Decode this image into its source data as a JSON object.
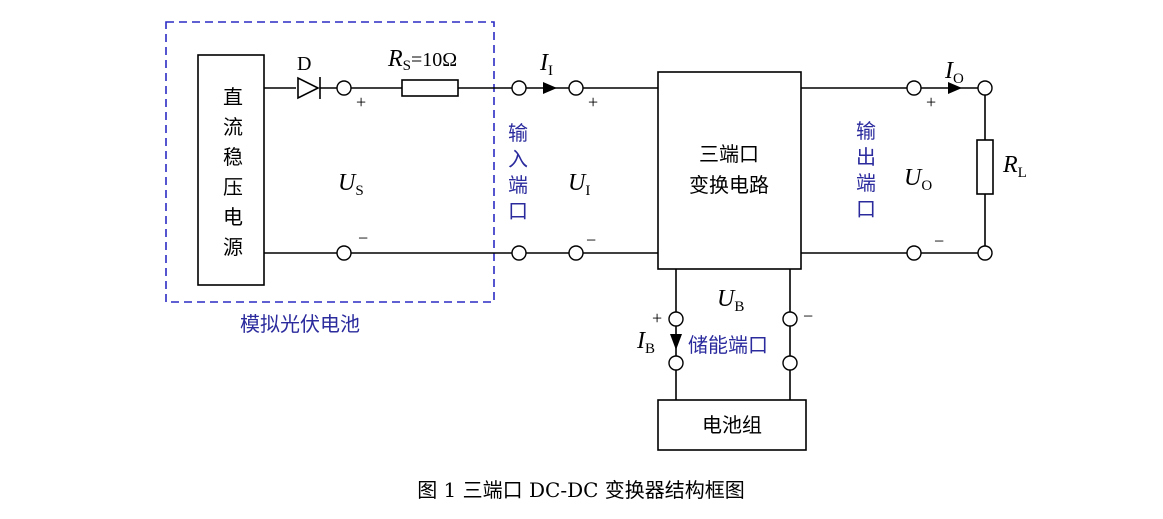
{
  "figure": {
    "caption": "图 1  三端口 DC-DC 变换器结构框图",
    "pv_simulator": {
      "group_label": "模拟光伏电池",
      "dc_source_label": [
        "直",
        "流",
        "稳",
        "压",
        "电",
        "源"
      ],
      "diode_label": "D",
      "resistor_symbol": "R",
      "resistor_sub": "S",
      "resistor_value": "=10Ω",
      "source_voltage": "U",
      "source_voltage_sub": "S"
    },
    "input_port": {
      "label": [
        "输",
        "入",
        "端",
        "口"
      ],
      "current": "I",
      "current_sub": "I",
      "voltage": "U",
      "voltage_sub": "I"
    },
    "converter": {
      "label_line1": "三端口",
      "label_line2": "变换电路"
    },
    "output_port": {
      "label": [
        "输",
        "出",
        "端",
        "口"
      ],
      "current": "I",
      "current_sub": "O",
      "voltage": "U",
      "voltage_sub": "O",
      "load_symbol": "R",
      "load_sub": "L"
    },
    "storage_port": {
      "label": "储能端口",
      "current": "I",
      "current_sub": "B",
      "voltage": "U",
      "voltage_sub": "B",
      "battery_label": "电池组"
    },
    "signs": {
      "plus": "+",
      "minus": "−"
    },
    "colors": {
      "dashed_box": "#2b2bc4",
      "blue_text": "#2b2b9e",
      "wire": "#000000"
    }
  }
}
